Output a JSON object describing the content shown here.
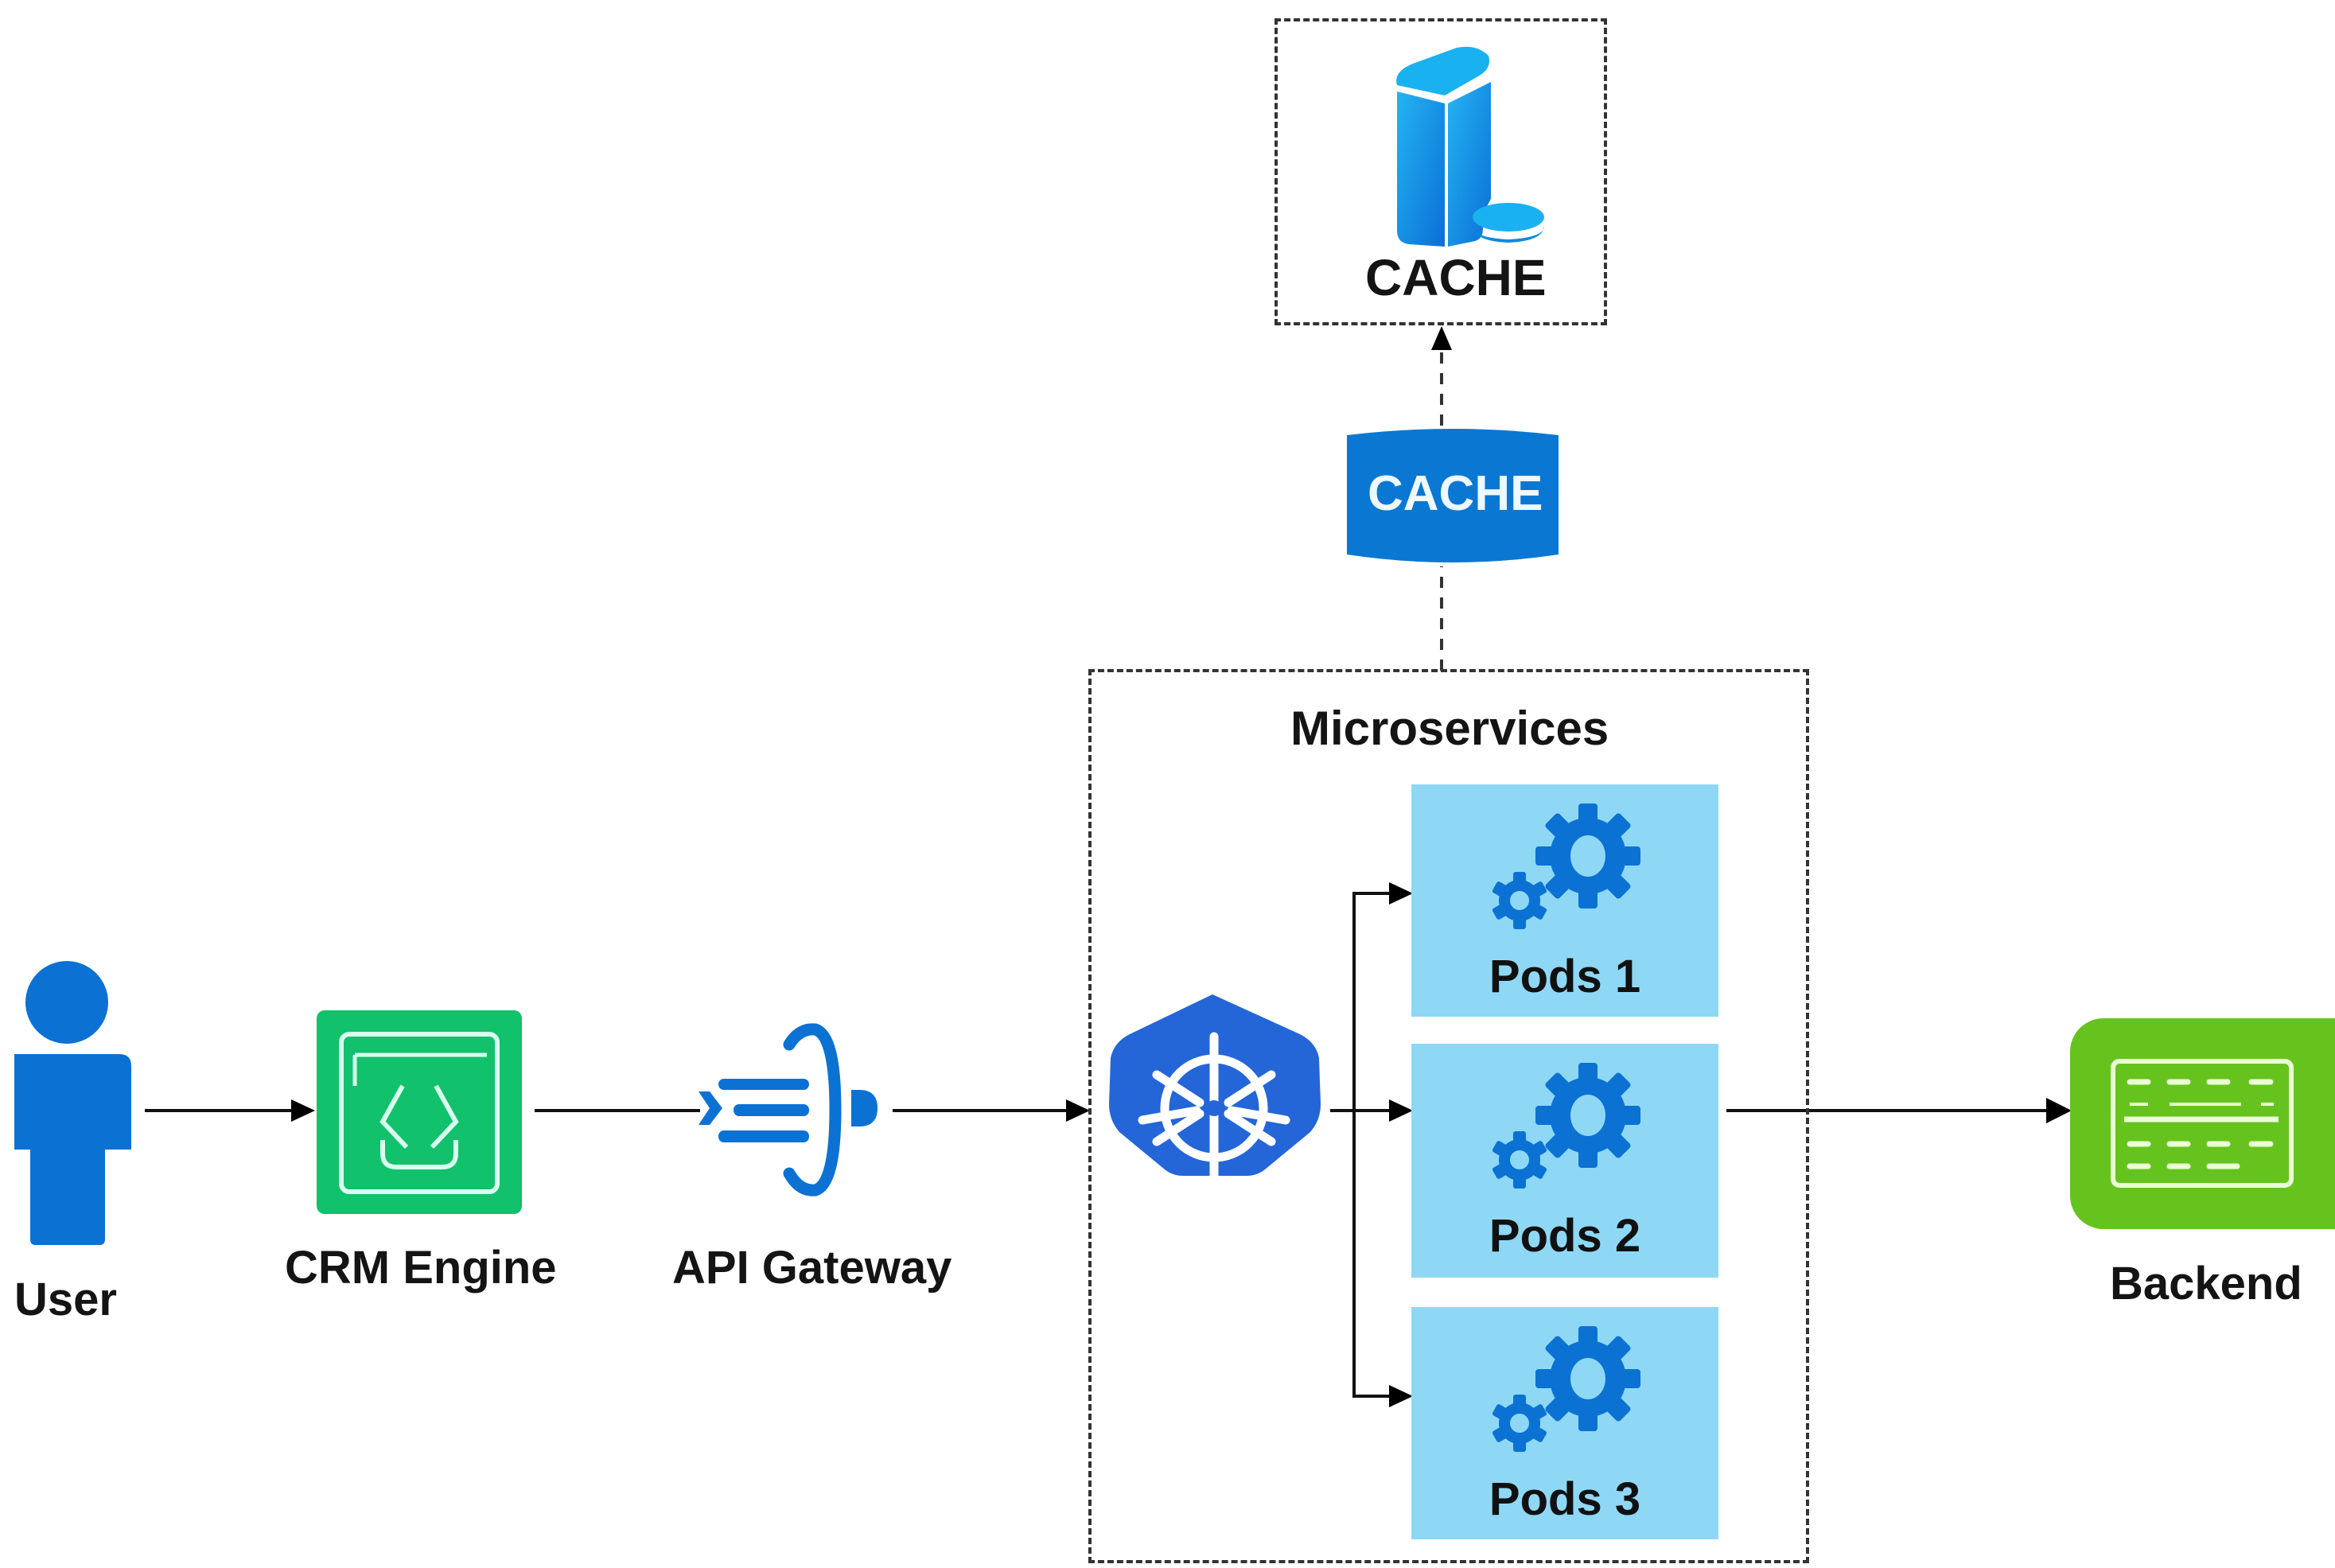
{
  "diagram": {
    "nodes": {
      "user": {
        "label": "User",
        "icon": "user-icon"
      },
      "crm_engine": {
        "label": "CRM Engine",
        "icon": "code-window-icon"
      },
      "api_gateway": {
        "label": "API Gateway",
        "icon": "api-gateway-icon"
      },
      "kubernetes": {
        "icon": "kubernetes-helm-icon"
      },
      "cache_db": {
        "label": "CACHE",
        "icon": "cache-cylinder-icon"
      },
      "cache_store": {
        "label": "CACHE",
        "icon": "database-server-icon"
      },
      "backend": {
        "label": "Backend",
        "icon": "backend-table-icon"
      }
    },
    "groups": {
      "microservices": {
        "label": "Microservices"
      }
    },
    "pods": [
      {
        "label": "Pods 1",
        "icon": "gears-icon"
      },
      {
        "label": "Pods 2",
        "icon": "gears-icon"
      },
      {
        "label": "Pods 3",
        "icon": "gears-icon"
      }
    ],
    "edges": [
      {
        "from": "User",
        "to": "CRM Engine",
        "style": "solid"
      },
      {
        "from": "CRM Engine",
        "to": "API Gateway",
        "style": "solid"
      },
      {
        "from": "API Gateway",
        "to": "Microservices",
        "style": "solid"
      },
      {
        "from": "Kubernetes",
        "to": "Pods 1",
        "style": "solid"
      },
      {
        "from": "Kubernetes",
        "to": "Pods 2",
        "style": "solid"
      },
      {
        "from": "Kubernetes",
        "to": "Pods 3",
        "style": "solid"
      },
      {
        "from": "Pods",
        "to": "Backend",
        "style": "solid"
      },
      {
        "from": "Microservices",
        "to": "CACHE",
        "style": "dashed"
      }
    ]
  },
  "colors": {
    "primary_blue": "#0b72d3",
    "k8s_blue": "#2466d8",
    "pod_fill": "#8fd8f5",
    "crm_green": "#12c16b",
    "backend_green": "#66c31e",
    "cache_light_blue": "#1aa7ec"
  }
}
